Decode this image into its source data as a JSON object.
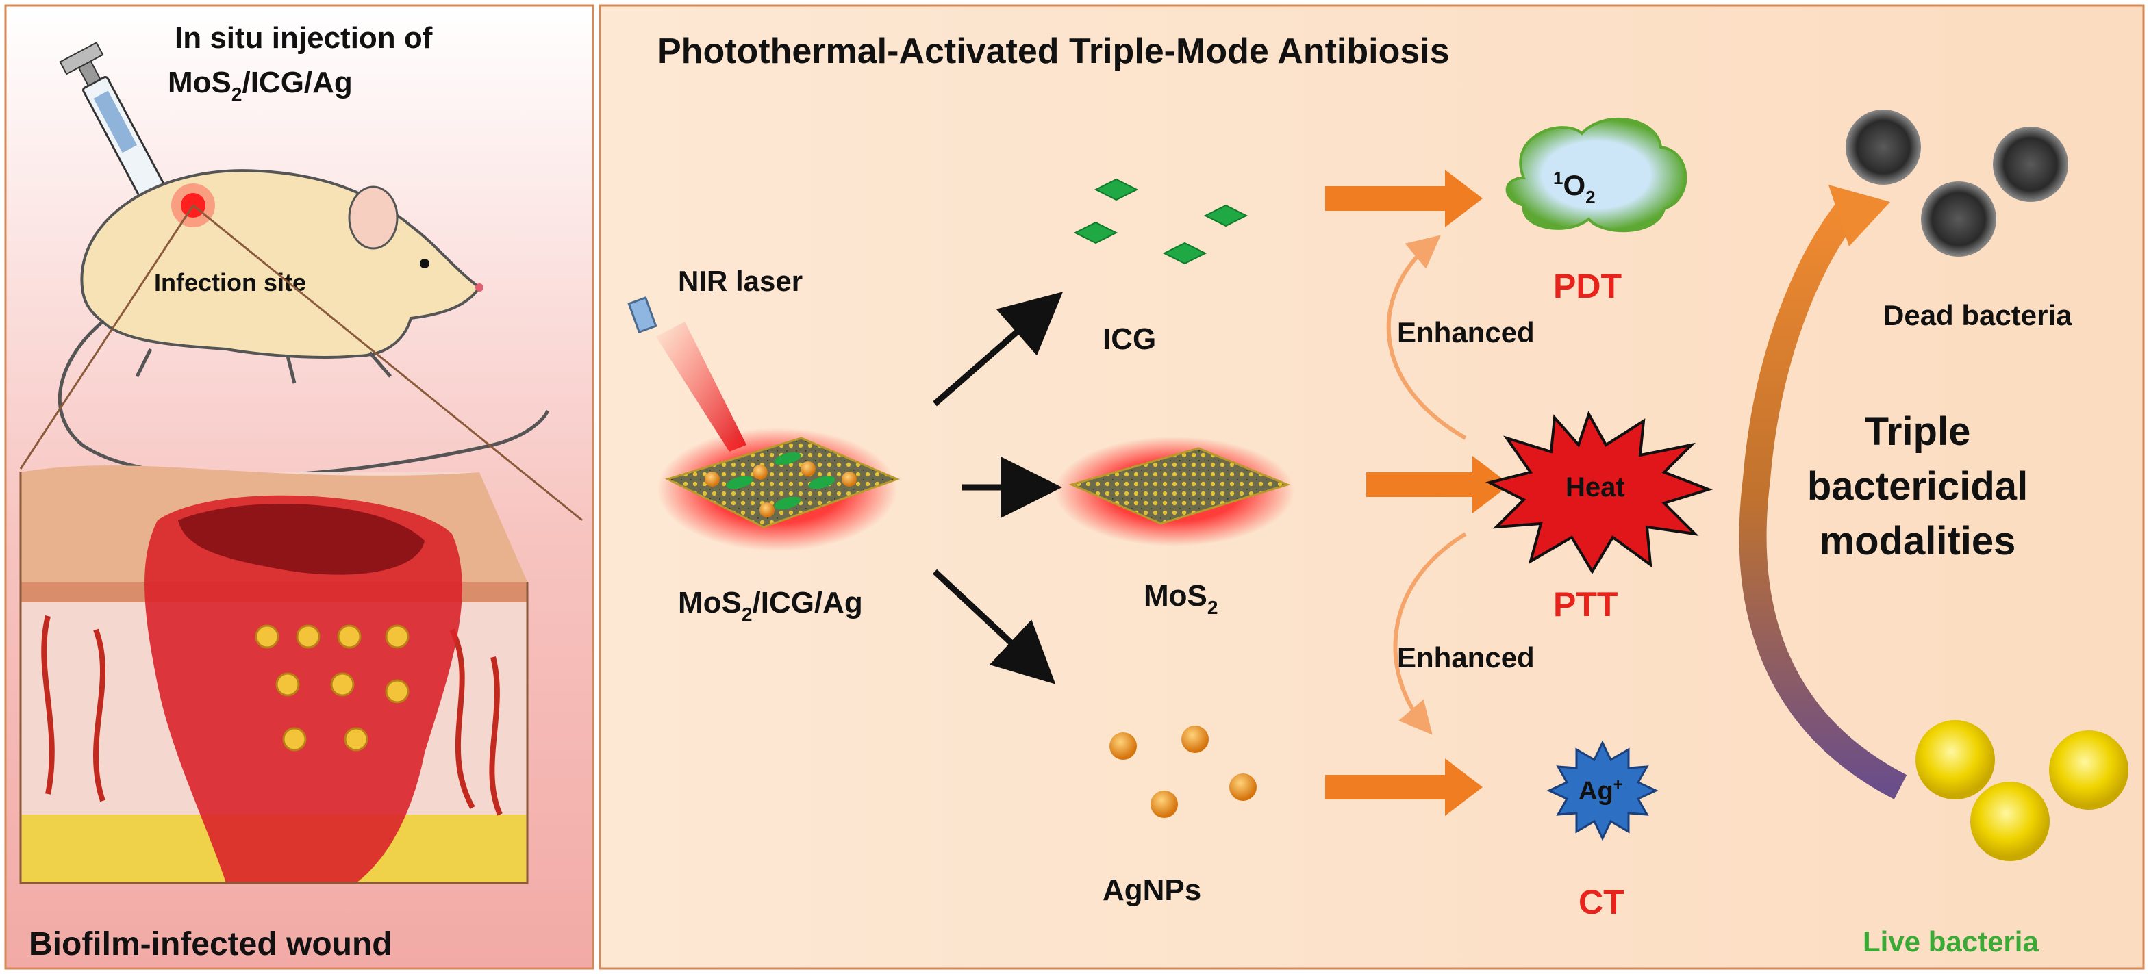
{
  "left_panel": {
    "injection_line1": "In situ injection of",
    "injection_line2_a": "MoS",
    "injection_line2_sub": "2",
    "injection_line2_b": "/ICG/Ag",
    "infection_site": "Infection site",
    "wound_caption": "Biofilm-infected wound"
  },
  "main": {
    "title": "Photothermal-Activated Triple-Mode Antibiosis",
    "nir_laser": "NIR laser",
    "composite_a": "MoS",
    "composite_sub": "2",
    "composite_b": "/ICG/Ag",
    "icg": "ICG",
    "mos2_a": "MoS",
    "mos2_sub": "2",
    "agnps": "AgNPs",
    "enhanced_top": "Enhanced",
    "enhanced_bottom": "Enhanced",
    "singlet_sup": "1",
    "singlet_o": "O",
    "singlet_sub": "2",
    "heat": "Heat",
    "ag_ion": "Ag",
    "ag_ion_sup": "+",
    "pdt": "PDT",
    "ptt": "PTT",
    "ct": "CT",
    "triple_1": "Triple",
    "triple_2": "bactericidal",
    "triple_3": "modalities",
    "dead_bacteria": "Dead bacteria",
    "live_bacteria": "Live bacteria"
  },
  "colors": {
    "panel_bg": "#fbe3cc",
    "mode_red": "#e8231b",
    "arrow_orange": "#f07d22",
    "live_green": "#3aa935",
    "icg_green": "#1fa843"
  }
}
